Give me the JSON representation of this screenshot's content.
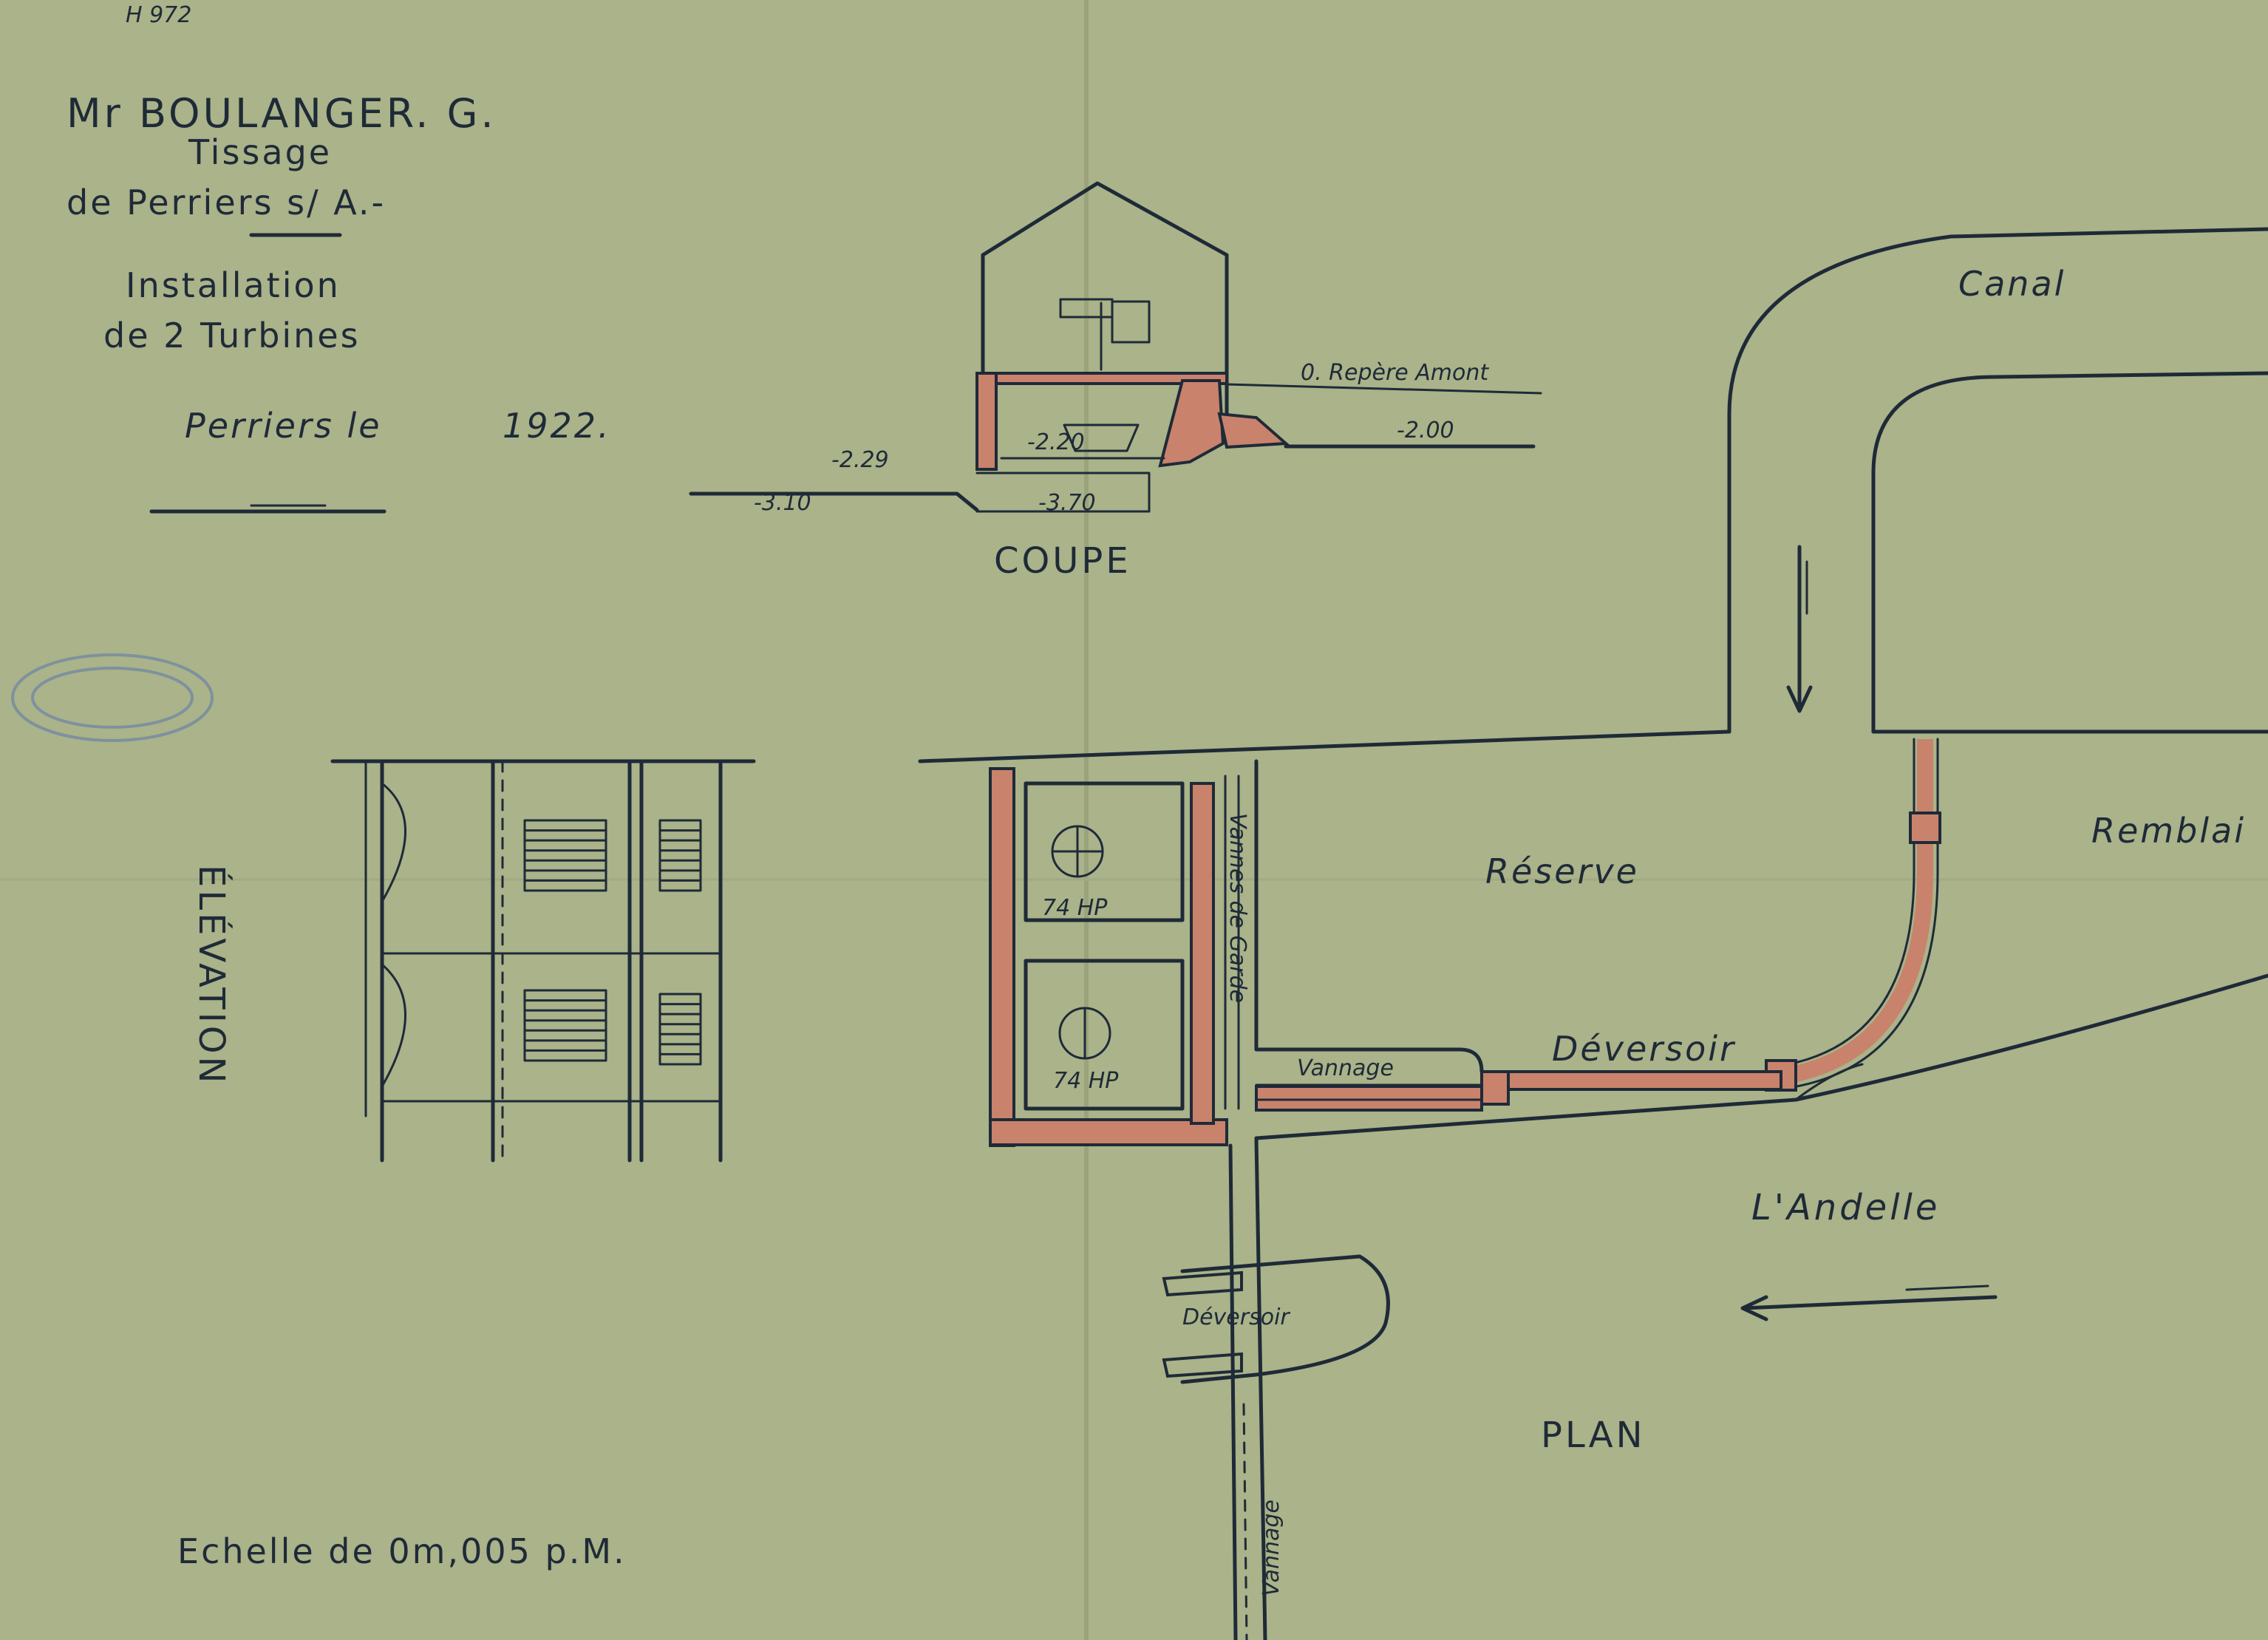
{
  "title_block": {
    "owner": "Mr BOULANGER. G.",
    "line2": "Tissage",
    "line3": "de Perriers s/ A.-",
    "project_line1": "Installation",
    "project_line2": "de 2 Turbines",
    "place": "Perriers le",
    "year": "1922.",
    "archive_mark": "H 972"
  },
  "section_view": {
    "title": "COUPE",
    "levels": [
      "-2.20",
      "-2.29",
      "-3.10",
      "-3.70",
      "-2.00"
    ],
    "reference_label": "0. Repère Amont"
  },
  "elevation_view": {
    "title": "ÉLÉVATION"
  },
  "plan_view": {
    "title": "PLAN",
    "labels": {
      "canal": "Canal",
      "reserve": "Réserve",
      "remblai": "Remblai",
      "deversoir_upper": "Déversoir",
      "vannage_upper": "Vannage",
      "vannes_de_garde": "Vannes de Garde",
      "river": "L'Andelle",
      "deversoir_lower": "Déversoir",
      "vannage_lower": "Vannage"
    },
    "turbines": [
      {
        "power": "74 HP"
      },
      {
        "power": "74 HP"
      }
    ]
  },
  "scale_note": "Echelle de 0m,005 p.M.",
  "colors": {
    "paper": "#aab389",
    "ink": "#1f2a38",
    "masonry": "#c9826c",
    "stamp": "#6f86a6"
  }
}
